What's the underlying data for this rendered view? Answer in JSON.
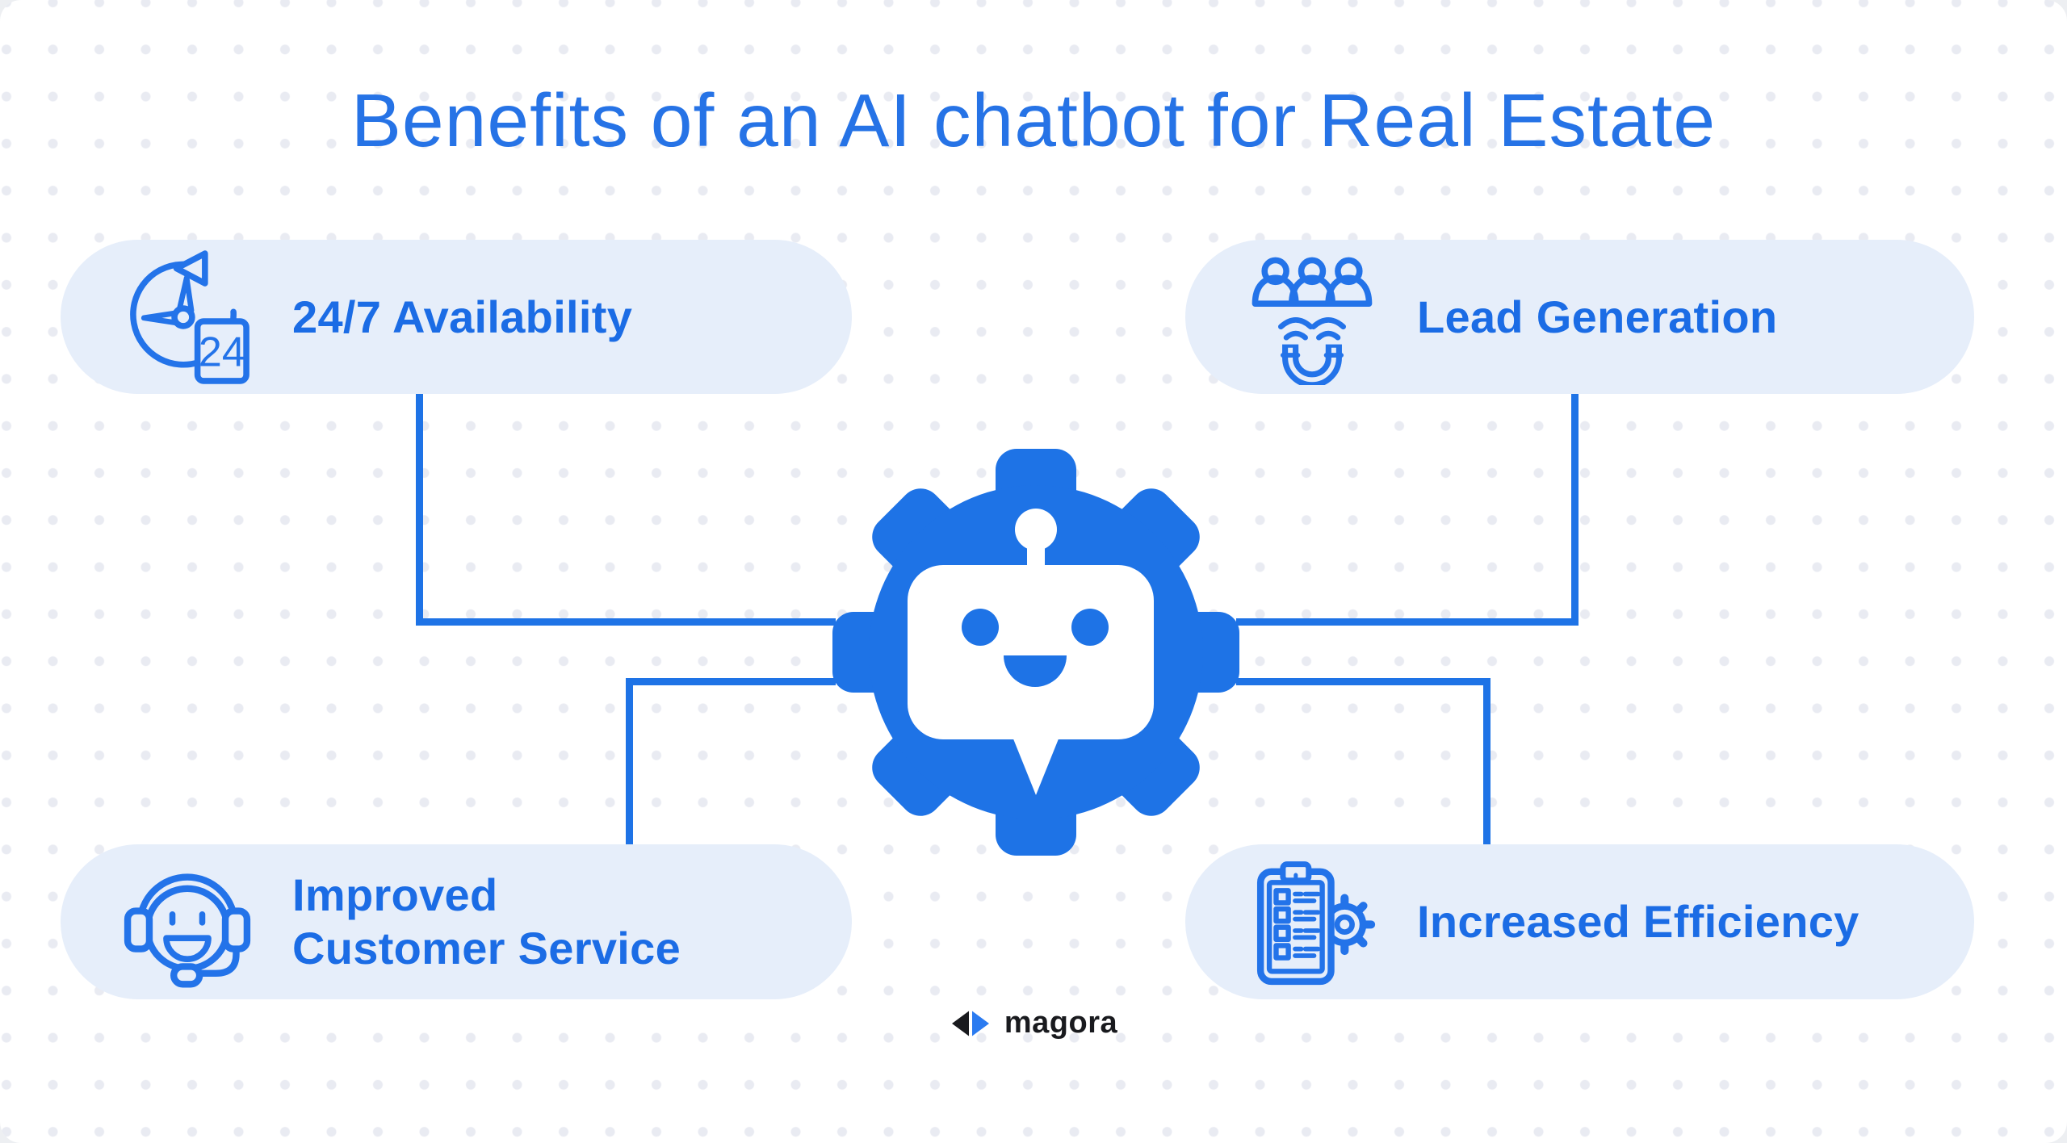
{
  "title": "Benefits of an AI chatbot for Real Estate",
  "cards": [
    {
      "label": "24/7 Availability",
      "icon": "clock-24-icon",
      "badge": "24"
    },
    {
      "label": "Lead Generation",
      "icon": "people-magnet-icon"
    },
    {
      "label": "Improved\nCustomer Service",
      "icon": "support-headset-icon"
    },
    {
      "label": "Increased Efficiency",
      "icon": "checklist-gear-icon"
    }
  ],
  "center": {
    "icon": "chatbot-gear-icon"
  },
  "footer": {
    "brand": "magora",
    "icon": "magora-logo-icon"
  },
  "colors": {
    "accent_blue": "#1E73E6",
    "title_blue": "#2673E6",
    "label_blue": "#1B6CE5",
    "icon_stroke_blue": "#2373E9",
    "card_bg": "#E6EEFA",
    "dot_gray": "#E9EBF2",
    "brand_dark": "#191A1E",
    "brand_arrow_blue": "#2B7BF0"
  }
}
